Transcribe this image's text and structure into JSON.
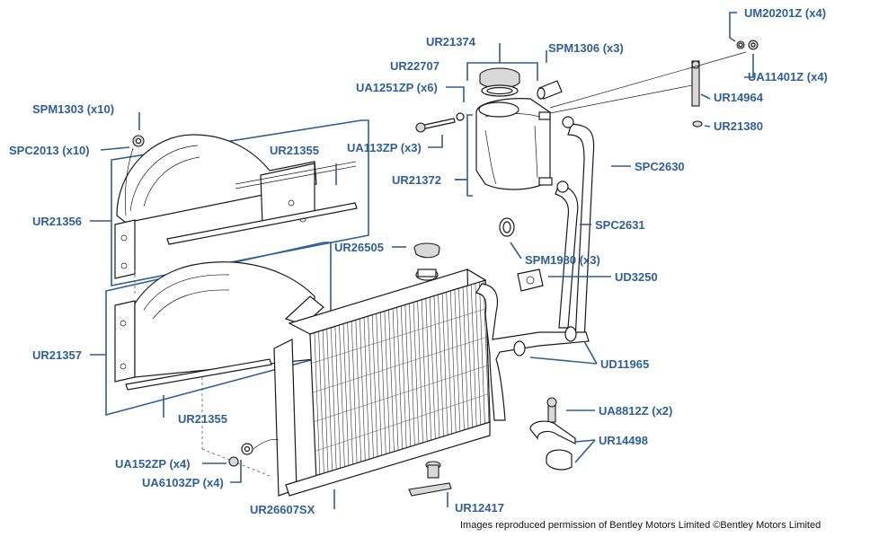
{
  "labels": {
    "um20201z": "UM20201Z (x4)",
    "ur21374": "UR21374",
    "spm1306": "SPM1306 (x3)",
    "ur22707": "UR22707",
    "ua11401z": "UA11401Z (x4)",
    "ua1251zp": "UA1251ZP (x6)",
    "ur14964": "UR14964",
    "spm1303": "SPM1303 (x10)",
    "ur21380": "UR21380",
    "ur21355_top": "UR21355",
    "ua113zp": "UA113ZP (x3)",
    "spc2013": "SPC2013 (x10)",
    "spc2630": "SPC2630",
    "ur21372": "UR21372",
    "ur21356": "UR21356",
    "spc2631": "SPC2631",
    "ur26505": "UR26505",
    "spm1980": "SPM1980 (x3)",
    "ud3250": "UD3250",
    "ur21357": "UR21357",
    "ud11965": "UD11965",
    "ur21355_bottom": "UR21355",
    "ua8812z": "UA8812Z (x2)",
    "ur14498": "UR14498",
    "ua152zp": "UA152ZP (x4)",
    "ua6103zp": "UA6103ZP (x4)",
    "ur12417": "UR12417",
    "ur26607sx": "UR26607SX"
  },
  "credit": "Images reproduced permission of Bentley Motors Limited ©Bentley Motors Limited",
  "colors": {
    "label": "#2f5f96",
    "line": "#1a1a1a"
  }
}
